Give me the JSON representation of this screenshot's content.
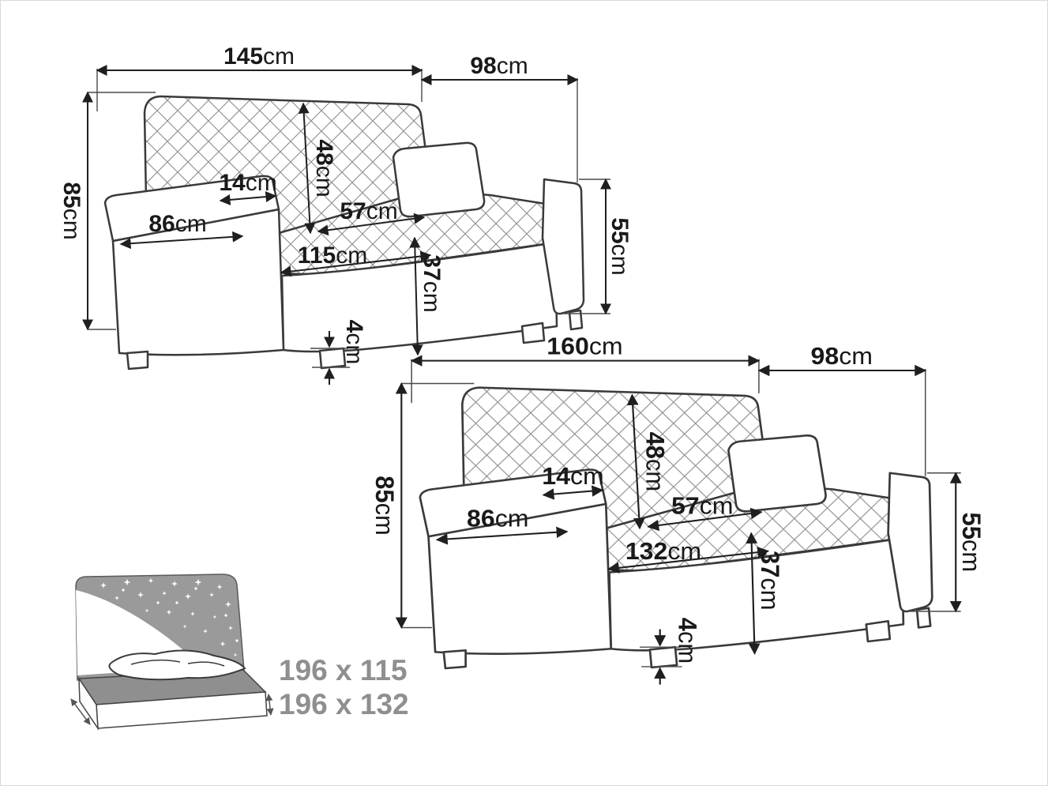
{
  "dims": {
    "s1": {
      "width": {
        "v": "145",
        "u": "cm"
      },
      "depth": {
        "v": "98",
        "u": "cm"
      },
      "height": {
        "v": "85",
        "u": "cm"
      },
      "back_height": {
        "v": "48",
        "u": "cm"
      },
      "armrest_width": {
        "v": "14",
        "u": "cm"
      },
      "armrest_depth": {
        "v": "86",
        "u": "cm"
      },
      "back_cushion_width": {
        "v": "57",
        "u": "cm"
      },
      "seat_width": {
        "v": "115",
        "u": "cm"
      },
      "seat_height": {
        "v": "37",
        "u": "cm"
      },
      "leg_height": {
        "v": "4",
        "u": "cm"
      },
      "arm_height": {
        "v": "55",
        "u": "cm"
      }
    },
    "s2": {
      "width": {
        "v": "160",
        "u": "cm"
      },
      "depth": {
        "v": "98",
        "u": "cm"
      },
      "height": {
        "v": "85",
        "u": "cm"
      },
      "back_height": {
        "v": "48",
        "u": "cm"
      },
      "armrest_width": {
        "v": "14",
        "u": "cm"
      },
      "armrest_depth": {
        "v": "86",
        "u": "cm"
      },
      "back_cushion_width": {
        "v": "57",
        "u": "cm"
      },
      "seat_width": {
        "v": "132",
        "u": "cm"
      },
      "seat_height": {
        "v": "37",
        "u": "cm"
      },
      "leg_height": {
        "v": "4",
        "u": "cm"
      },
      "arm_height": {
        "v": "55",
        "u": "cm"
      }
    }
  },
  "bed": {
    "size1": "196 x 115",
    "size2": "196 x 132"
  }
}
